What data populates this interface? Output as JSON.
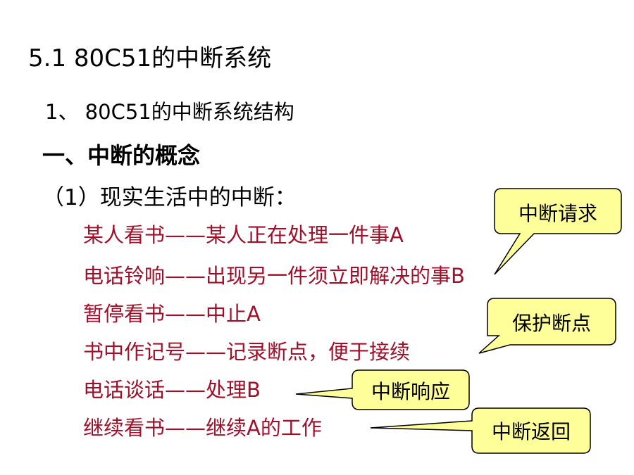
{
  "slide": {
    "title": "5.1  80C51的中断系统",
    "subtitle": "1、 80C51的中断系统结构",
    "heading": "一、中断的概念",
    "sub_heading": "（1）现实生活中的中断：",
    "lines": [
      "某人看书——某人正在处理一件事A",
      "电话铃响——出现另一件须立即解决的事B",
      "暂停看书——中止A",
      "书中作记号——记录断点，便于接续",
      "电话谈话——处理B",
      "继续看书——继续A的工作"
    ],
    "callouts": [
      "中断请求",
      "保护断点",
      "中断响应",
      "中断返回"
    ]
  },
  "colors": {
    "text": "#000000",
    "example_text": "#a0102a",
    "callout_fill": "#ffff99",
    "callout_border": "#000000"
  }
}
